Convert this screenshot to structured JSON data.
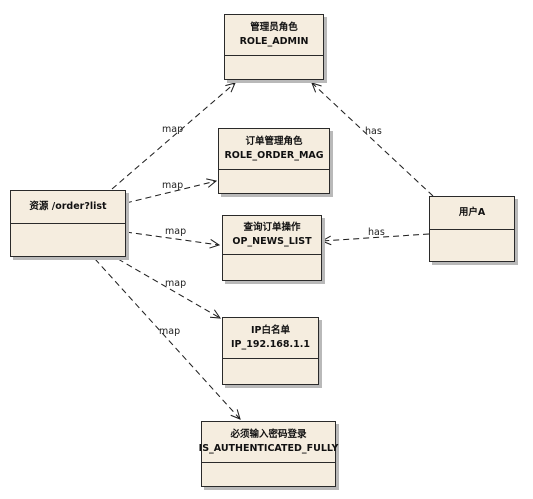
{
  "nodes": [
    {
      "id": "role_admin",
      "title": "管理员角色",
      "subtitle": "ROLE_ADMIN"
    },
    {
      "id": "role_order_mag",
      "title": "订单管理角色",
      "subtitle": "ROLE_ORDER_MAG"
    },
    {
      "id": "resource",
      "title": "资源 /order?list",
      "subtitle": ""
    },
    {
      "id": "op_news_list",
      "title": "查询订单操作",
      "subtitle": "OP_NEWS_LIST"
    },
    {
      "id": "user_a",
      "title": "用户A",
      "subtitle": ""
    },
    {
      "id": "ip_whitelist",
      "title": "IP白名单",
      "subtitle": "IP_192.168.1.1"
    },
    {
      "id": "auth_required",
      "title": "必须输入密码登录",
      "subtitle": "IS_AUTHENTICATED_FULLY"
    }
  ],
  "edges": [
    {
      "from": "resource",
      "to": "role_admin",
      "label": "map"
    },
    {
      "from": "resource",
      "to": "role_order_mag",
      "label": "map"
    },
    {
      "from": "resource",
      "to": "op_news_list",
      "label": "map"
    },
    {
      "from": "resource",
      "to": "ip_whitelist",
      "label": "map"
    },
    {
      "from": "resource",
      "to": "auth_required",
      "label": "map"
    },
    {
      "from": "user_a",
      "to": "role_admin",
      "label": "has"
    },
    {
      "from": "user_a",
      "to": "op_news_list",
      "label": "has"
    }
  ]
}
